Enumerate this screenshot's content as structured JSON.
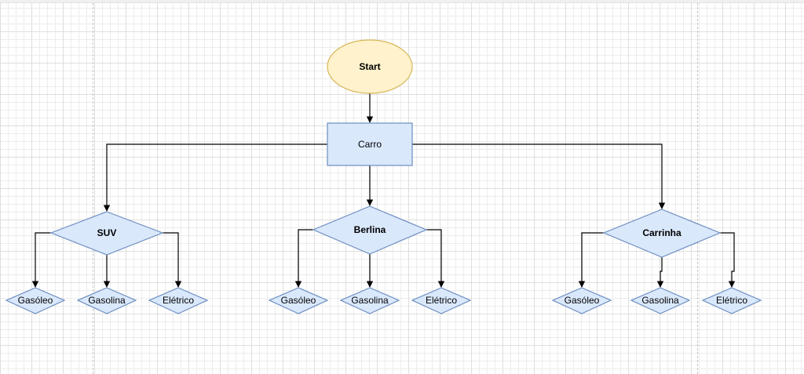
{
  "colors": {
    "start_fill": "#fff2cc",
    "start_stroke": "#d6b656",
    "box_fill": "#dae8fc",
    "box_stroke": "#6c8ebf",
    "edge": "#000000"
  },
  "nodes": {
    "start": "Start",
    "carro": "Carro",
    "suv": "SUV",
    "berlina": "Berlina",
    "carrinha": "Carrinha",
    "suv_gasoleo": "Gasóleo",
    "suv_gasolina": "Gasolina",
    "suv_eletrico": "Elétrico",
    "berlina_gasoleo": "Gasóleo",
    "berlina_gasolina": "Gasolina",
    "berlina_eletrico": "Elétrico",
    "carrinha_gasoleo": "Gasóleo",
    "carrinha_gasolina": "Gasolina",
    "carrinha_eletrico": "Elétrico"
  }
}
